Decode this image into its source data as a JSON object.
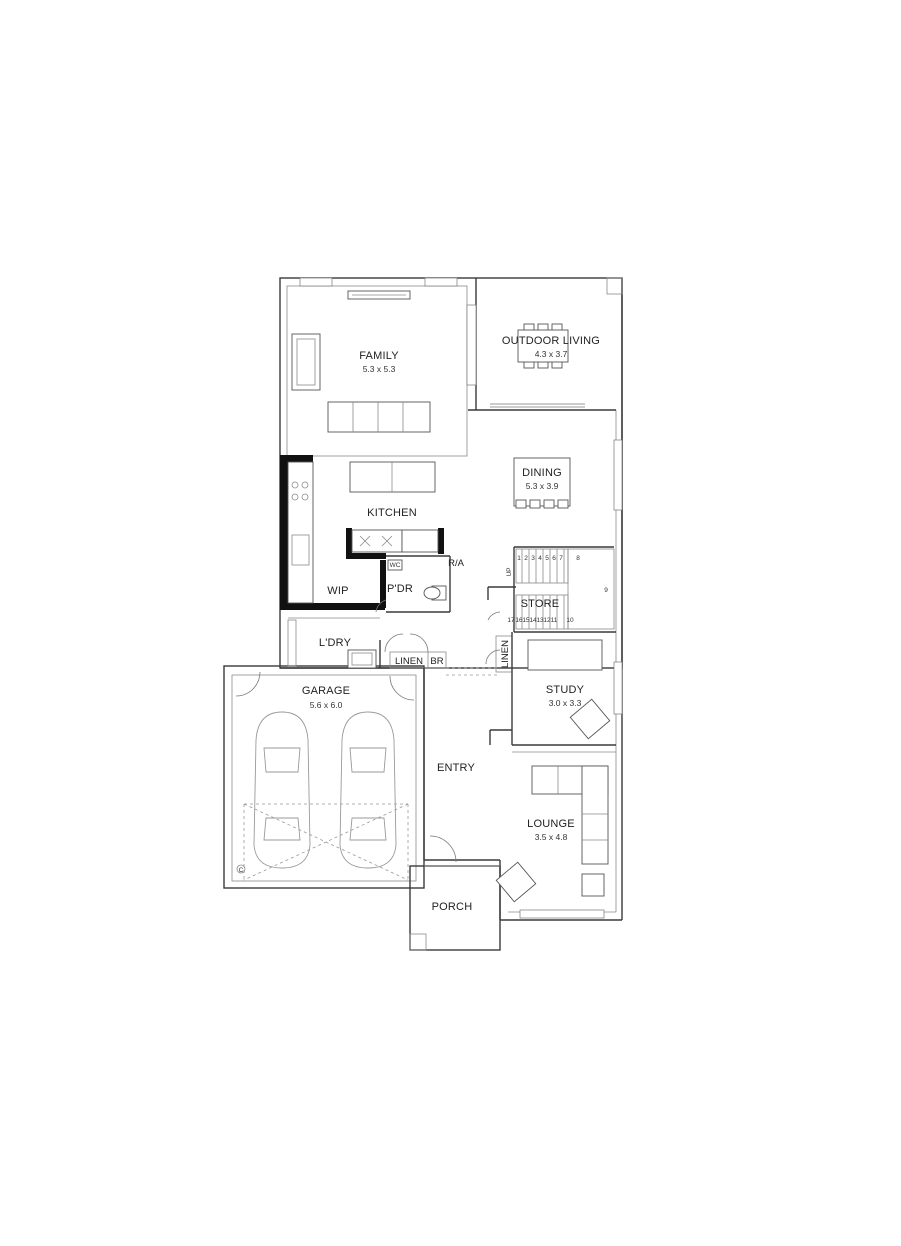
{
  "rooms": {
    "family": {
      "name": "FAMILY",
      "size": "5.3 x 5.3"
    },
    "outdoor_living": {
      "name": "OUTDOOR LIVING",
      "size": "4.3 x 3.7"
    },
    "dining": {
      "name": "DINING",
      "size": "5.3 x 3.9"
    },
    "kitchen": {
      "name": "KITCHEN"
    },
    "wip": {
      "name": "WIP"
    },
    "pdr": {
      "name": "P'DR"
    },
    "ra": {
      "name": "R/A"
    },
    "store": {
      "name": "STORE"
    },
    "ldry": {
      "name": "L'DRY"
    },
    "linen_bath": {
      "name": "LINEN"
    },
    "br": {
      "name": "BR"
    },
    "linen_hall": {
      "name": "LINEN"
    },
    "garage": {
      "name": "GARAGE",
      "size": "5.6 x 6.0"
    },
    "study": {
      "name": "STUDY",
      "size": "3.0 x 3.3"
    },
    "entry": {
      "name": "ENTRY"
    },
    "lounge": {
      "name": "LOUNGE",
      "size": "3.5 x 4.8"
    },
    "porch": {
      "name": "PORCH"
    }
  },
  "stairs": {
    "up_label": "UP",
    "steps_top": [
      "1",
      "2",
      "3",
      "4",
      "5",
      "6",
      "7",
      "8"
    ],
    "step_mid": "9",
    "steps_bottom": [
      "17",
      "16",
      "15",
      "14",
      "13",
      "12",
      "11",
      "10"
    ]
  },
  "garage_marker": "C",
  "symbol_labels": {
    "wc_unit": "WC"
  }
}
